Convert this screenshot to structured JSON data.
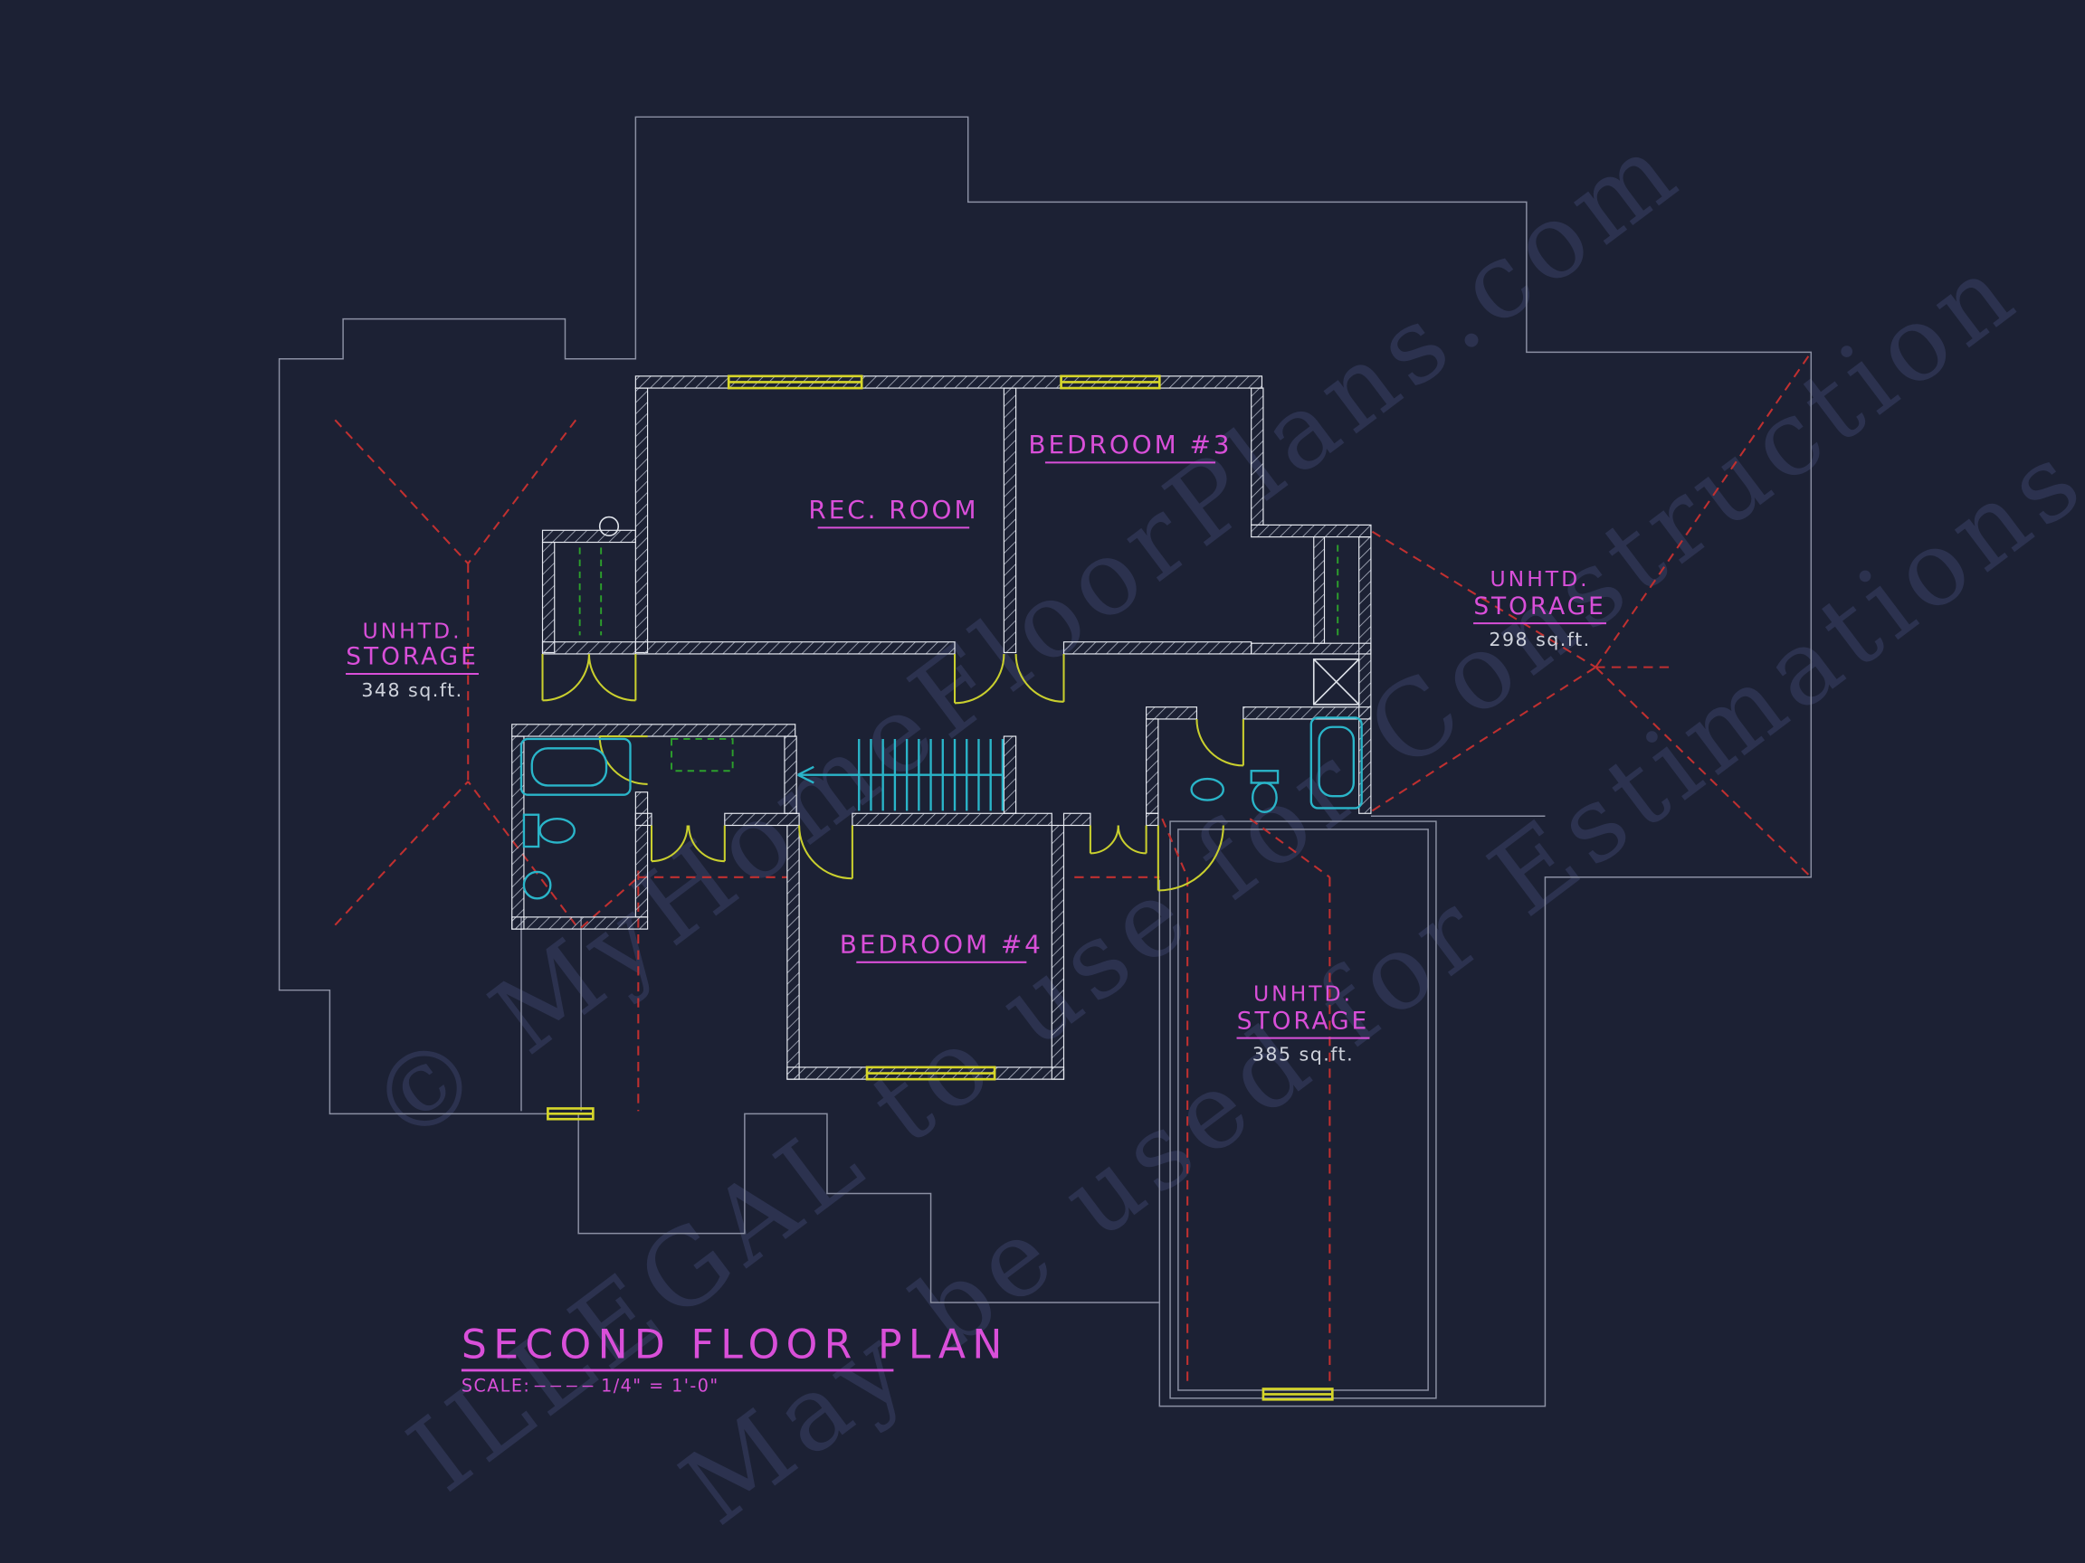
{
  "colors": {
    "background": "#1c2134",
    "outline": "#8b90a3",
    "wall_hatch": "#b9bfcd",
    "window": "#d6d62a",
    "door": "#c9cf2e",
    "fixture": "#2ab5c9",
    "roof_dashed": "#c03030",
    "closet_dashed": "#2ca02c",
    "room_label": "#d94fd9",
    "area_text": "#cfd3dc",
    "watermark": "#2f3654"
  },
  "rooms": {
    "rec_room": {
      "label": "REC. ROOM"
    },
    "bedroom3": {
      "label": "BEDROOM #3"
    },
    "bedroom4": {
      "label": "BEDROOM #4"
    },
    "storage_left": {
      "line1": "UNHTD.",
      "line2": "STORAGE",
      "area": "348 sq.ft."
    },
    "storage_right": {
      "line1": "UNHTD.",
      "line2": "STORAGE",
      "area": "298 sq.ft."
    },
    "storage_bottom": {
      "line1": "UNHTD.",
      "line2": "STORAGE",
      "area": "385 sq.ft."
    }
  },
  "title_block": {
    "title": "SECOND FLOOR PLAN",
    "scale_label": "SCALE:",
    "scale_value": "1/4\" = 1'-0\""
  },
  "watermark": {
    "line1": "© MyHomeFloorPlans.com",
    "line2": "ILLEGAL to use for Construction",
    "line3": "May be used for Estimations"
  }
}
